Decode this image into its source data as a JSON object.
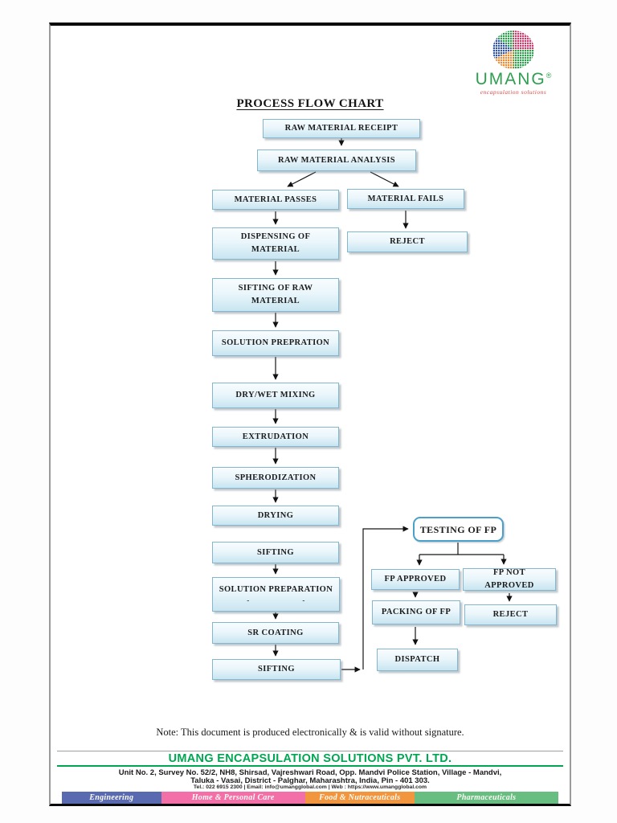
{
  "page": {
    "title": "PROCESS FLOW CHART",
    "logo": {
      "brand": "UMANG",
      "registered": "®",
      "tagline": "encapsulation solutions",
      "brand_color": "#2f9e4f",
      "tagline_color": "#e04848",
      "globe_colors": [
        "#2f9e4f",
        "#cf3a6e",
        "#ef8b33",
        "#31569f"
      ]
    },
    "note": "Note: This document is produced electronically & is valid without signature.",
    "footer": {
      "company": "UMANG ENCAPSULATION SOLUTIONS PVT. LTD.",
      "company_color": "#00a651",
      "address_line1": "Unit No. 2, Survey No. 52/2, NH8, Shirsad, Vajreshwari Road, Opp. Mandvi Police Station, Village - Mandvi,",
      "address_line2": "Taluka - Vasai, District - Palghar, Maharashtra, India, Pin - 401 303.",
      "contact_line": "Tel.: 022 6915 2300 | Email: info@umangglobal.com | Web : https://www.umangglobal.com",
      "divisions": [
        {
          "label": "Engineering",
          "color": "#5a6ab1"
        },
        {
          "label": "Home & Personal Care",
          "color": "#f36fa7"
        },
        {
          "label": "Food & Nutraceuticals",
          "color": "#f2953f"
        },
        {
          "label": "Pharmaceuticals",
          "color": "#68bd80"
        }
      ]
    }
  },
  "flowchart": {
    "box_fill": "#d3eaf4",
    "box_border": "#84b6cd",
    "boxes": [
      {
        "id": "raw-material-receipt",
        "label": "RAW MATERIAL RECEIPT"
      },
      {
        "id": "raw-material-analysis",
        "label": "RAW MATERIAL ANALYSIS"
      },
      {
        "id": "material-passes",
        "label": "MATERIAL PASSES"
      },
      {
        "id": "material-fails",
        "label": "MATERIAL FAILS"
      },
      {
        "id": "dispensing-of-material",
        "label": "DISPENSING OF MATERIAL"
      },
      {
        "id": "reject-raw",
        "label": "REJECT"
      },
      {
        "id": "sifting-of-raw-material",
        "label": "SIFTING OF RAW MATERIAL"
      },
      {
        "id": "solution-prepration",
        "label": "SOLUTION PREPRATION"
      },
      {
        "id": "dry-wet-mixing",
        "label": "DRY/WET MIXING"
      },
      {
        "id": "extrudation",
        "label": "EXTRUDATION"
      },
      {
        "id": "spherodization",
        "label": "SPHERODIZATION"
      },
      {
        "id": "drying",
        "label": "DRYING"
      },
      {
        "id": "sifting-1",
        "label": "SIFTING"
      },
      {
        "id": "solution-preparation",
        "label": "SOLUTION PREPARATION",
        "sub": "-       -"
      },
      {
        "id": "sr-coating",
        "label": "SR COATING"
      },
      {
        "id": "sifting-2",
        "label": "SIFTING"
      },
      {
        "id": "testing-of-fp",
        "label": "TESTING OF FP"
      },
      {
        "id": "fp-approved",
        "label": "FP APPROVED"
      },
      {
        "id": "fp-not-approved",
        "label": "FP NOT APPROVED"
      },
      {
        "id": "packing-of-fp",
        "label": "PACKING OF FP"
      },
      {
        "id": "reject-fp",
        "label": "REJECT"
      },
      {
        "id": "dispatch",
        "label": "DISPATCH"
      }
    ]
  }
}
